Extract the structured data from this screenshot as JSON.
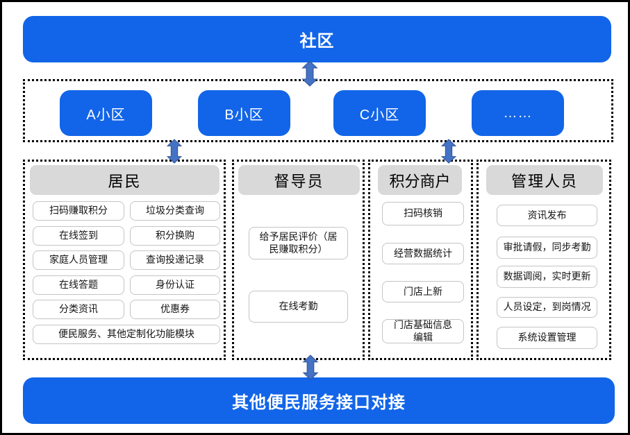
{
  "top_banner": {
    "label": "社区"
  },
  "districts": {
    "items": [
      "A小区",
      "B小区",
      "C小区",
      "……"
    ]
  },
  "columns": [
    {
      "title": "居民",
      "left_items": [
        "扫码赚取积分",
        "在线签到",
        "家庭人员管理",
        "在线答题",
        "分类资讯"
      ],
      "right_items": [
        "垃圾分类查询",
        "积分换购",
        "查询投递记录",
        "身份认证",
        "优惠券"
      ],
      "wide_item": "便民服务、其他定制化功能模块"
    },
    {
      "title": "督导员",
      "items": [
        "给予居民评价（居\n民赚取积分）",
        "在线考勤"
      ]
    },
    {
      "title": "积分商户",
      "items": [
        "扫码核销",
        "经营数据统计",
        "门店上新",
        "门店基础信息\n编辑"
      ]
    },
    {
      "title": "管理人员",
      "items": [
        "资讯发布",
        "审批请假，同步考勤",
        "数据调阅，实时更新",
        "人员设定，到岗情况",
        "系统设置管理"
      ]
    }
  ],
  "bottom_banner": {
    "label": "其他便民服务接口对接"
  },
  "icons": {
    "connector": "double-headed-vertical-arrow"
  },
  "colors": {
    "primary_blue": "#1265E8",
    "arrow_fill": "#4472C4",
    "arrow_stroke": "#2F528F",
    "header_gray": "#D9D9D9",
    "item_border": "#C4C4C4",
    "dotted_border": "#000000"
  }
}
